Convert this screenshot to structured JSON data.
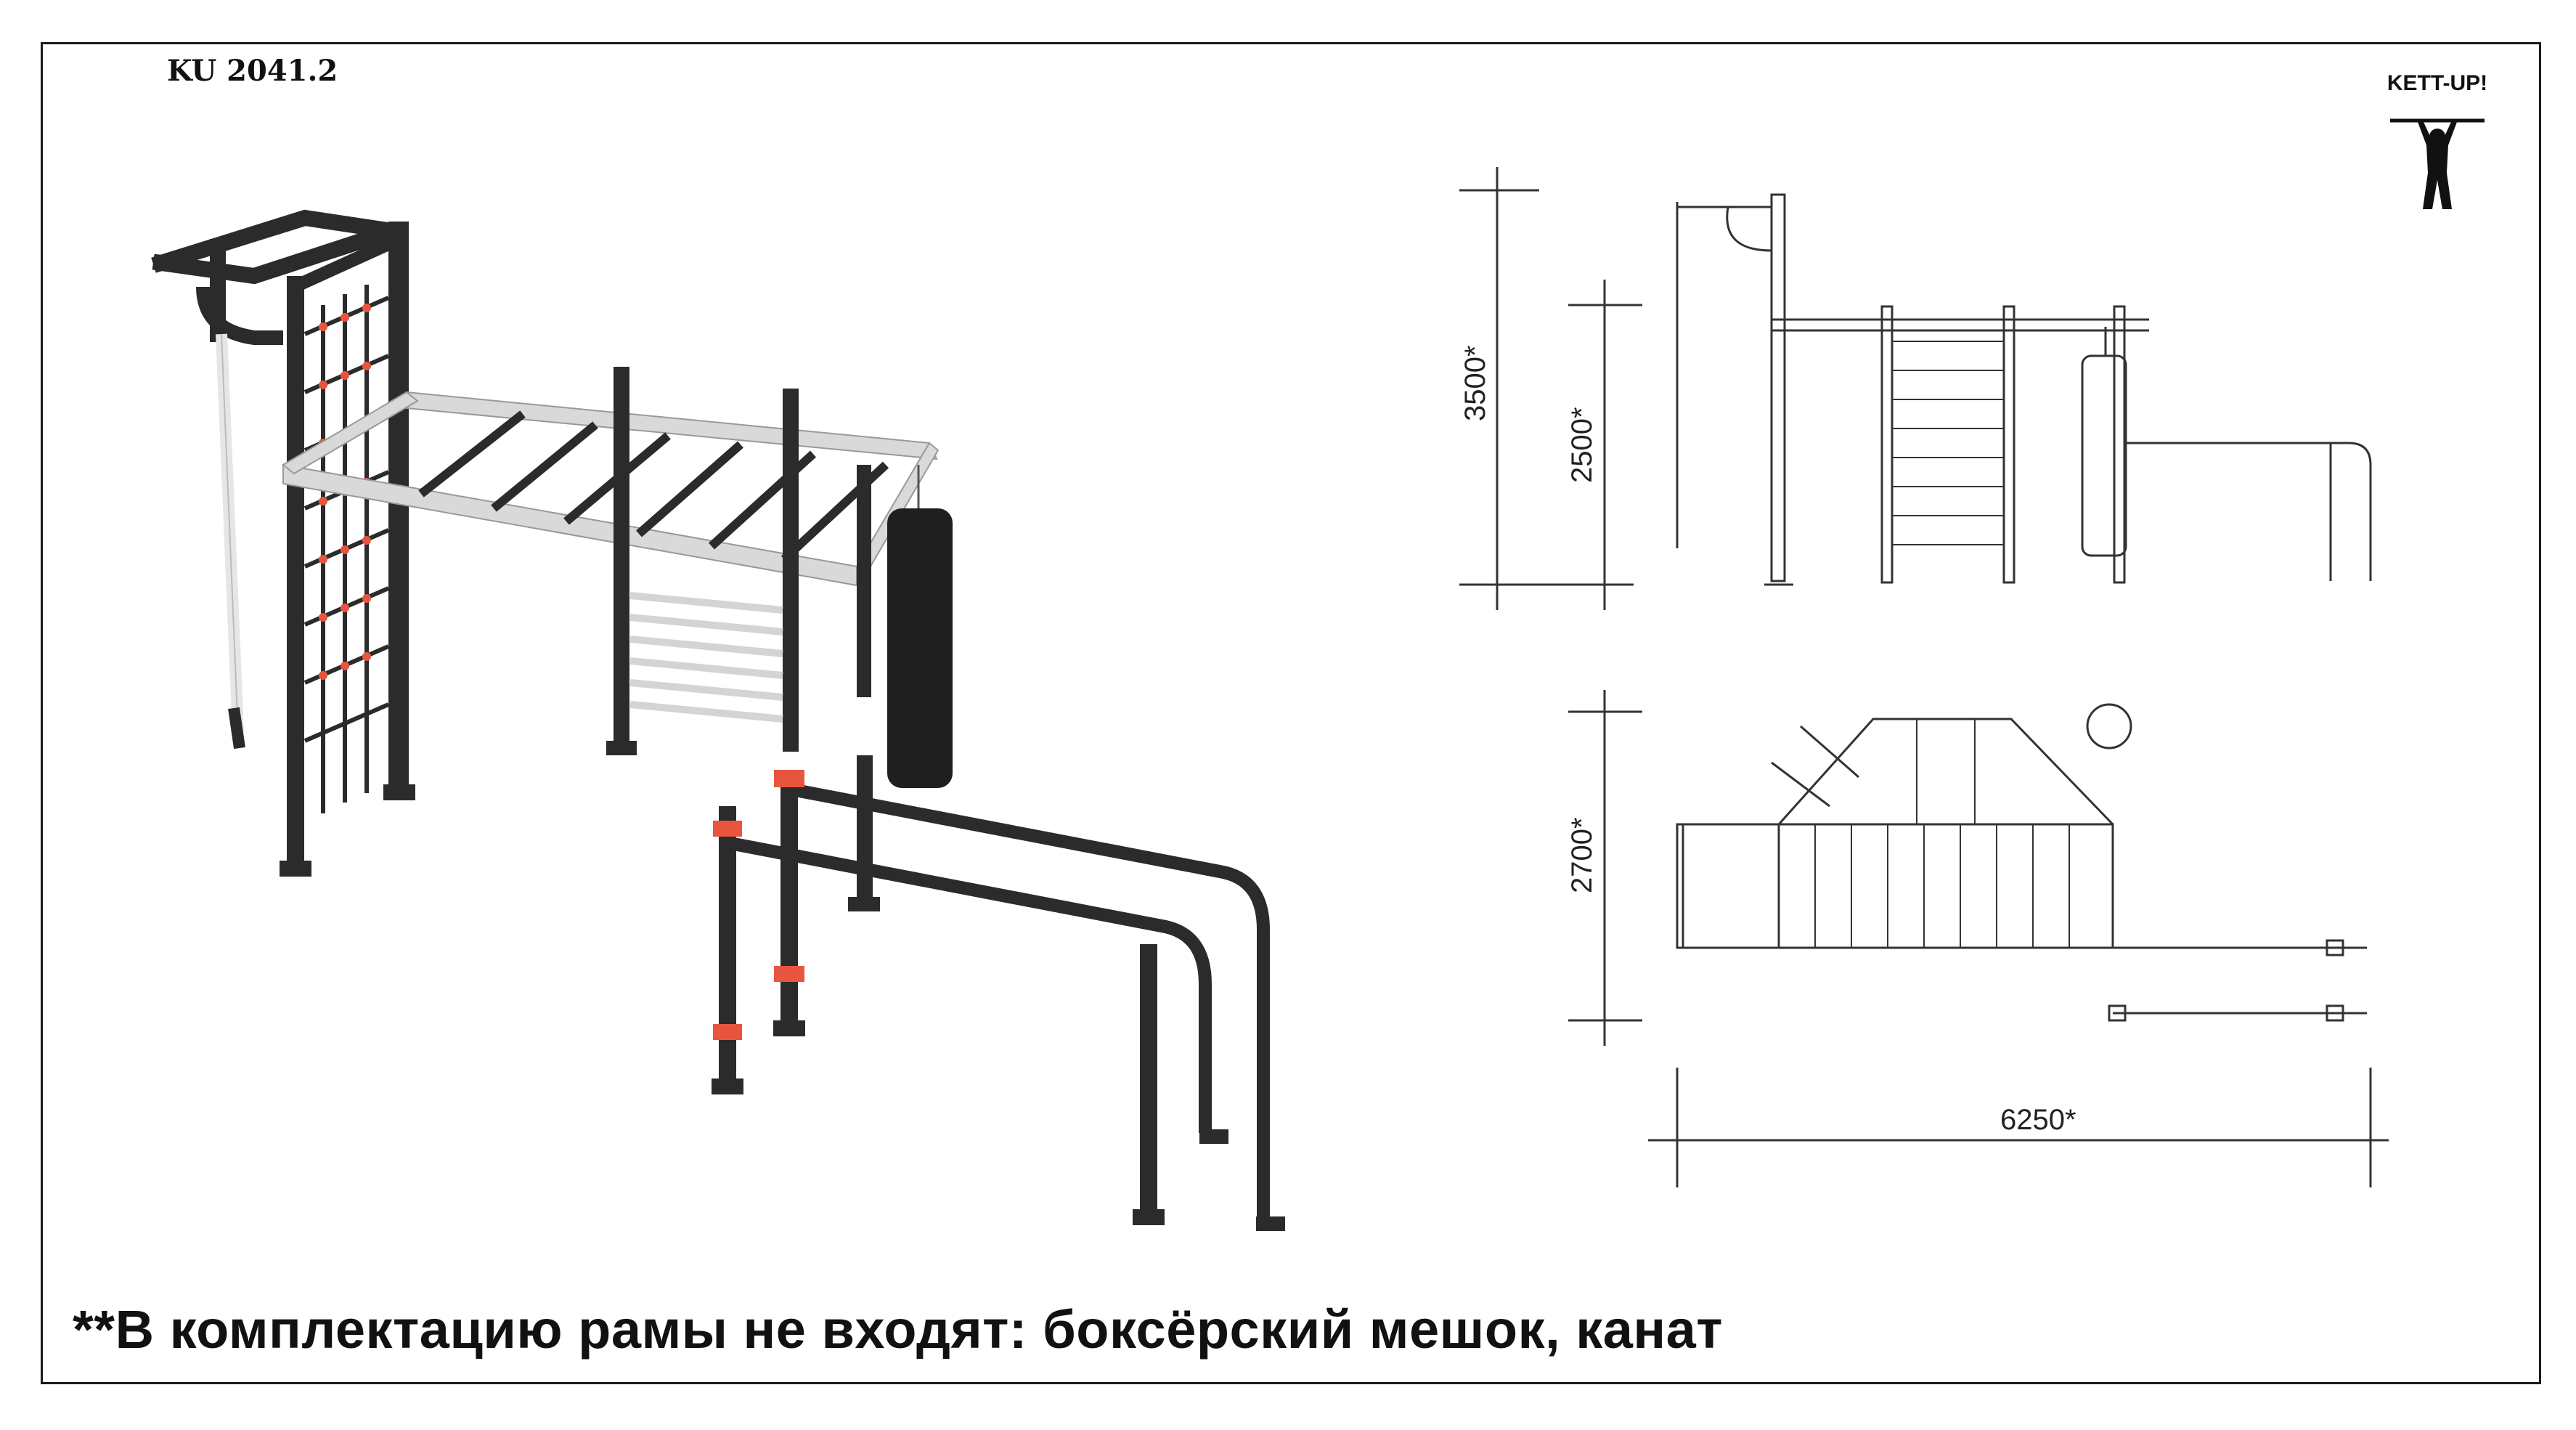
{
  "header": {
    "product_code": "KU 2041.2"
  },
  "logo": {
    "brand_text": "KETT-UP!"
  },
  "footnote": {
    "text": "**В комплектацию рамы не входят: боксёрский мешок, канат"
  },
  "dimensions": {
    "height_total": "3500*",
    "height_bar": "2500*",
    "depth": "2700*",
    "length": "6250*"
  },
  "colors": {
    "frame": "#2b2b2b",
    "accent": "#e8553e",
    "light_frame": "#d9d9d9",
    "line": "#333333"
  }
}
